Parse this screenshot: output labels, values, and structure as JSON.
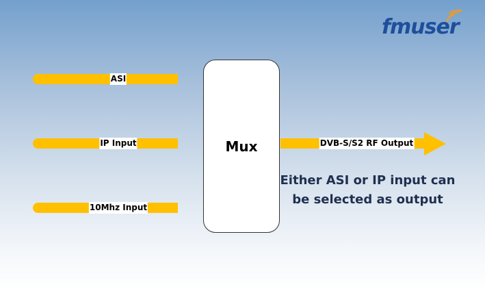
{
  "logo": {
    "text": "fmuser"
  },
  "inputs": [
    {
      "label": "ASI"
    },
    {
      "label": "IP Input"
    },
    {
      "label": "10Mhz Input"
    }
  ],
  "mux": {
    "label": "Mux"
  },
  "output": {
    "label": "DVB-S/S2 RF Output"
  },
  "note": {
    "line1": "Either ASI or IP input can",
    "line2": "be selected as output"
  },
  "colors": {
    "arrow": "#ffc000",
    "logo": "#1e4f9c",
    "note": "#1f2f4f"
  }
}
